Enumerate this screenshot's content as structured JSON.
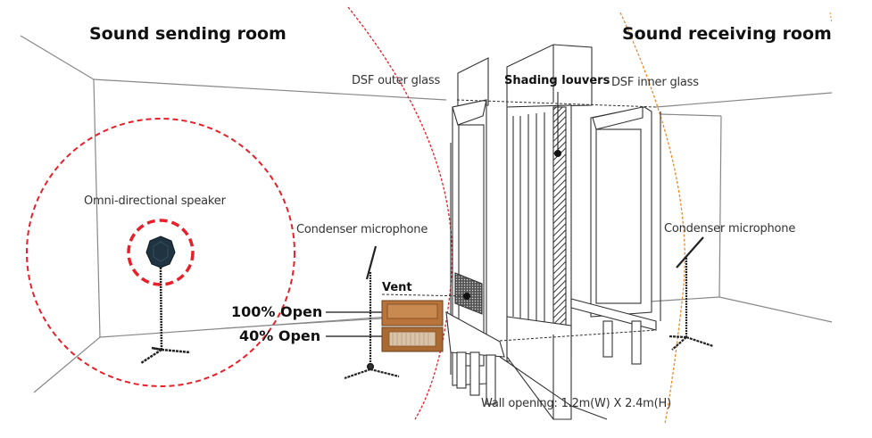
{
  "rooms": {
    "sending": "Sound sending room",
    "receiving": "Sound receiving room"
  },
  "labels": {
    "outer_glass": "DSF outer glass",
    "shading_louvers": "Shading louvers",
    "inner_glass": "DSF inner glass",
    "speaker": "Omni-directional speaker",
    "mic_left": "Condenser microphone",
    "mic_right": "Condenser microphone",
    "vent": "Vent",
    "open_100": "100% Open",
    "open_40": "40% Open",
    "wall_opening": "Wall opening: 1.2m(W) X 2.4m(H)"
  },
  "colors": {
    "source_circle": "#e8202a",
    "receiving_arc": "#f08a2c",
    "line": "#555555",
    "wood": "#b8743a"
  }
}
